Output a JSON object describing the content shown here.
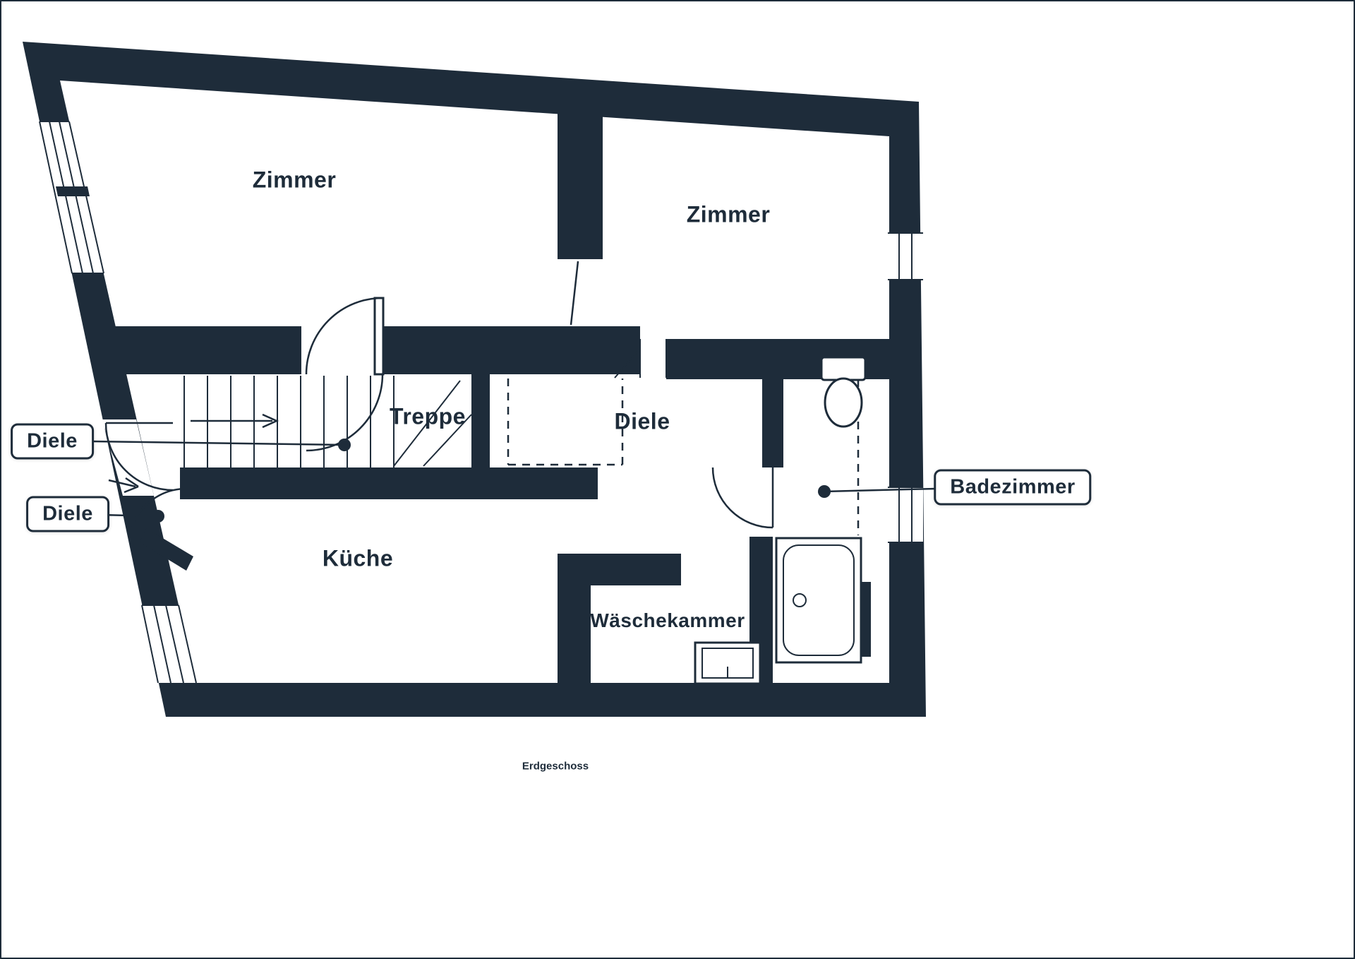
{
  "theme": {
    "wall_color": "#1e2c3a",
    "background": "#ffffff"
  },
  "floor_plan": {
    "caption": "Erdgeschoss",
    "rooms": {
      "zimmer_left": {
        "label": "Zimmer"
      },
      "zimmer_right": {
        "label": "Zimmer"
      },
      "treppe": {
        "label": "Treppe"
      },
      "diele": {
        "label": "Diele"
      },
      "kueche": {
        "label": "Küche"
      },
      "waeschekammer": {
        "label": "Wäschekammer"
      }
    },
    "callouts": {
      "diele_upper": {
        "label": "Diele"
      },
      "diele_lower": {
        "label": "Diele"
      },
      "badezimmer": {
        "label": "Badezimmer"
      }
    }
  }
}
